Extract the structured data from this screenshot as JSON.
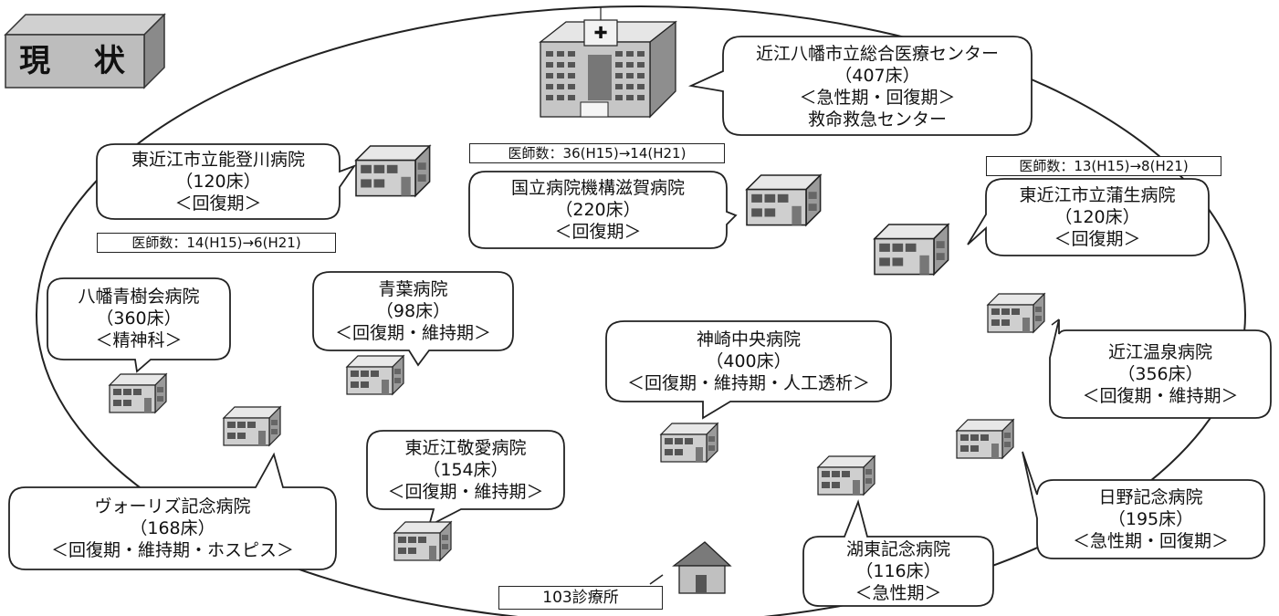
{
  "title": "現 状",
  "hospitals": [
    {
      "id": "omihachiman",
      "name": "近江八幡市立総合医療センター",
      "beds": "（407床）",
      "role": "＜急性期・回復期＞",
      "extra": "救命救急センター"
    },
    {
      "id": "noto",
      "name": "東近江市立能登川病院",
      "beds": "（120床）",
      "role": "＜回復期＞"
    },
    {
      "id": "shiga",
      "name": "国立病院機構滋賀病院",
      "beds": "（220床）",
      "role": "＜回復期＞"
    },
    {
      "id": "gamo",
      "name": "東近江市立蒲生病院",
      "beds": "（120床）",
      "role": "＜回復期＞"
    },
    {
      "id": "seijukai",
      "name": "八幡青樹会病院",
      "beds": "（360床）",
      "role": "＜精神科＞"
    },
    {
      "id": "aoba",
      "name": "青葉病院",
      "beds": "（98床）",
      "role": "＜回復期・維持期＞"
    },
    {
      "id": "kanzaki",
      "name": "神崎中央病院",
      "beds": "（400床）",
      "role": "＜回復期・維持期・人工透析＞"
    },
    {
      "id": "onsen",
      "name": "近江温泉病院",
      "beds": "（356床）",
      "role": "＜回復期・維持期＞"
    },
    {
      "id": "keiai",
      "name": "東近江敬愛病院",
      "beds": "（154床）",
      "role": "＜回復期・維持期＞"
    },
    {
      "id": "vories",
      "name": "ヴォーリズ記念病院",
      "beds": "（168床）",
      "role": "＜回復期・維持期・ホスピス＞"
    },
    {
      "id": "hino",
      "name": "日野記念病院",
      "beds": "（195床）",
      "role": "＜急性期・回復期＞"
    },
    {
      "id": "koto",
      "name": "湖東記念病院",
      "beds": "（116床）",
      "role": "＜急性期＞"
    }
  ],
  "doctor_counts": {
    "shiga": "医師数：36(H15)→14(H21)",
    "gamo": "医師数：13(H15)→8(H21)",
    "noto": "医師数：14(H15)→6(H21)"
  },
  "clinic": "103診療所"
}
